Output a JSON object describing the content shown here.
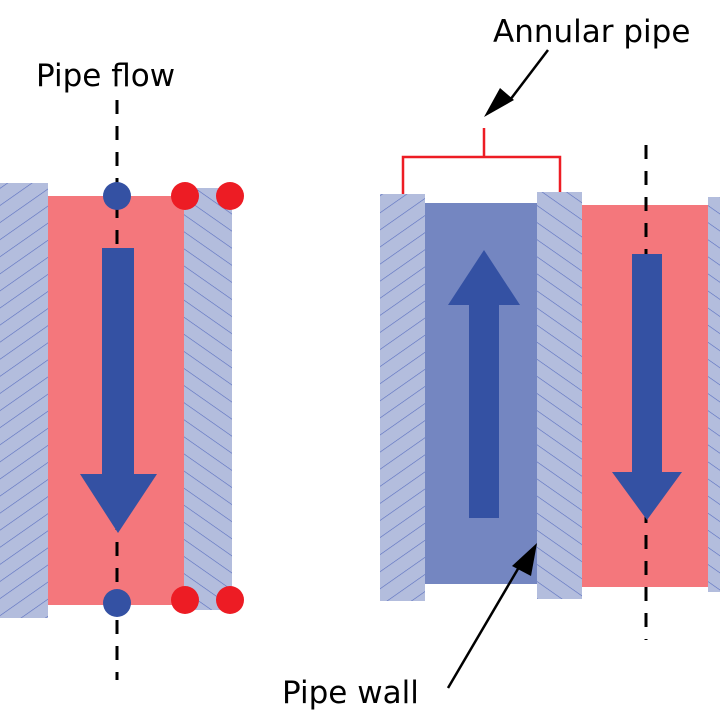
{
  "labels": {
    "pipe_flow": "Pipe flow",
    "annular_pipe": "Annular pipe",
    "pipe_wall": "Pipe wall"
  },
  "colors": {
    "wall_fill": "#b3bddd",
    "wall_hatch": "#5a6fc0",
    "hot_fluid": "#f4777c",
    "cold_fluid": "#7486c1",
    "flow_arrow": "#3451a3",
    "red_marker": "#ed1c24",
    "blue_marker": "#3451a3",
    "bracket": "#ed1c24",
    "axis_line": "#000000"
  },
  "flows": {
    "pipe_flow_direction": "down",
    "annular_flow_direction": "up",
    "inner_pipe_flow_direction": "down"
  }
}
